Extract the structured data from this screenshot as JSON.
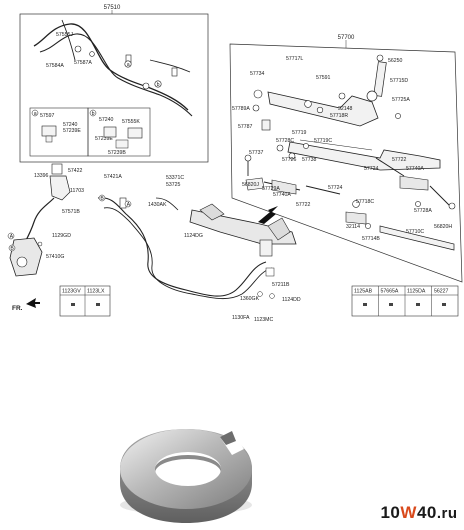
{
  "callouts": {
    "assembly_left": "57510",
    "assembly_right": "57700",
    "l1": "57555J",
    "l2": "57584A",
    "l3": "57587A",
    "l4": "57597",
    "l5": "57240",
    "l6": "57239E",
    "l7": "57240",
    "l8": "57555K",
    "l9": "57239E",
    "l10": "57239B",
    "r1": "57717L",
    "r2": "56250",
    "r3": "57734",
    "r4": "57591",
    "r5": "57715D",
    "r6": "57789A",
    "r7": "32148",
    "r8": "57725A",
    "r9": "57718R",
    "r10": "57787",
    "r11": "57719",
    "r12": "57728C",
    "r13": "57719C",
    "r14": "57737",
    "r15": "57726",
    "r16": "57738",
    "r17": "57724",
    "r18": "57722",
    "r19": "56820J",
    "r20": "57729A",
    "r21": "57740A",
    "r22": "57724",
    "r23": "57722",
    "r24": "57740A",
    "r25": "57718C",
    "r26": "57728A",
    "r27": "56820H",
    "r28": "32114",
    "r29": "57714B",
    "r30": "57710C",
    "m1": "13396",
    "m2": "57422",
    "m3": "57421A",
    "m4": "53371C",
    "m5": "53725",
    "m6": "11703",
    "m7": "1430AK",
    "m8": "57571B",
    "m9": "1129GD",
    "m10": "57410G",
    "m11": "1124DG",
    "m12": "57211B",
    "m13": "1360GK",
    "m14": "1124DD",
    "m15": "1130FA",
    "m16": "1123MC",
    "fr": "FR.",
    "circle_a": "a",
    "circle_b": "b",
    "circle_a2": "A",
    "circle_b2": "B"
  },
  "tables": {
    "left": [
      "1123GV",
      "1123LX"
    ],
    "right": [
      "1125AB",
      "57665A",
      "1125DA",
      "56227"
    ]
  },
  "watermark": {
    "part1": "10",
    "part2": "W",
    "part3": "40",
    "part4": ".ru"
  }
}
